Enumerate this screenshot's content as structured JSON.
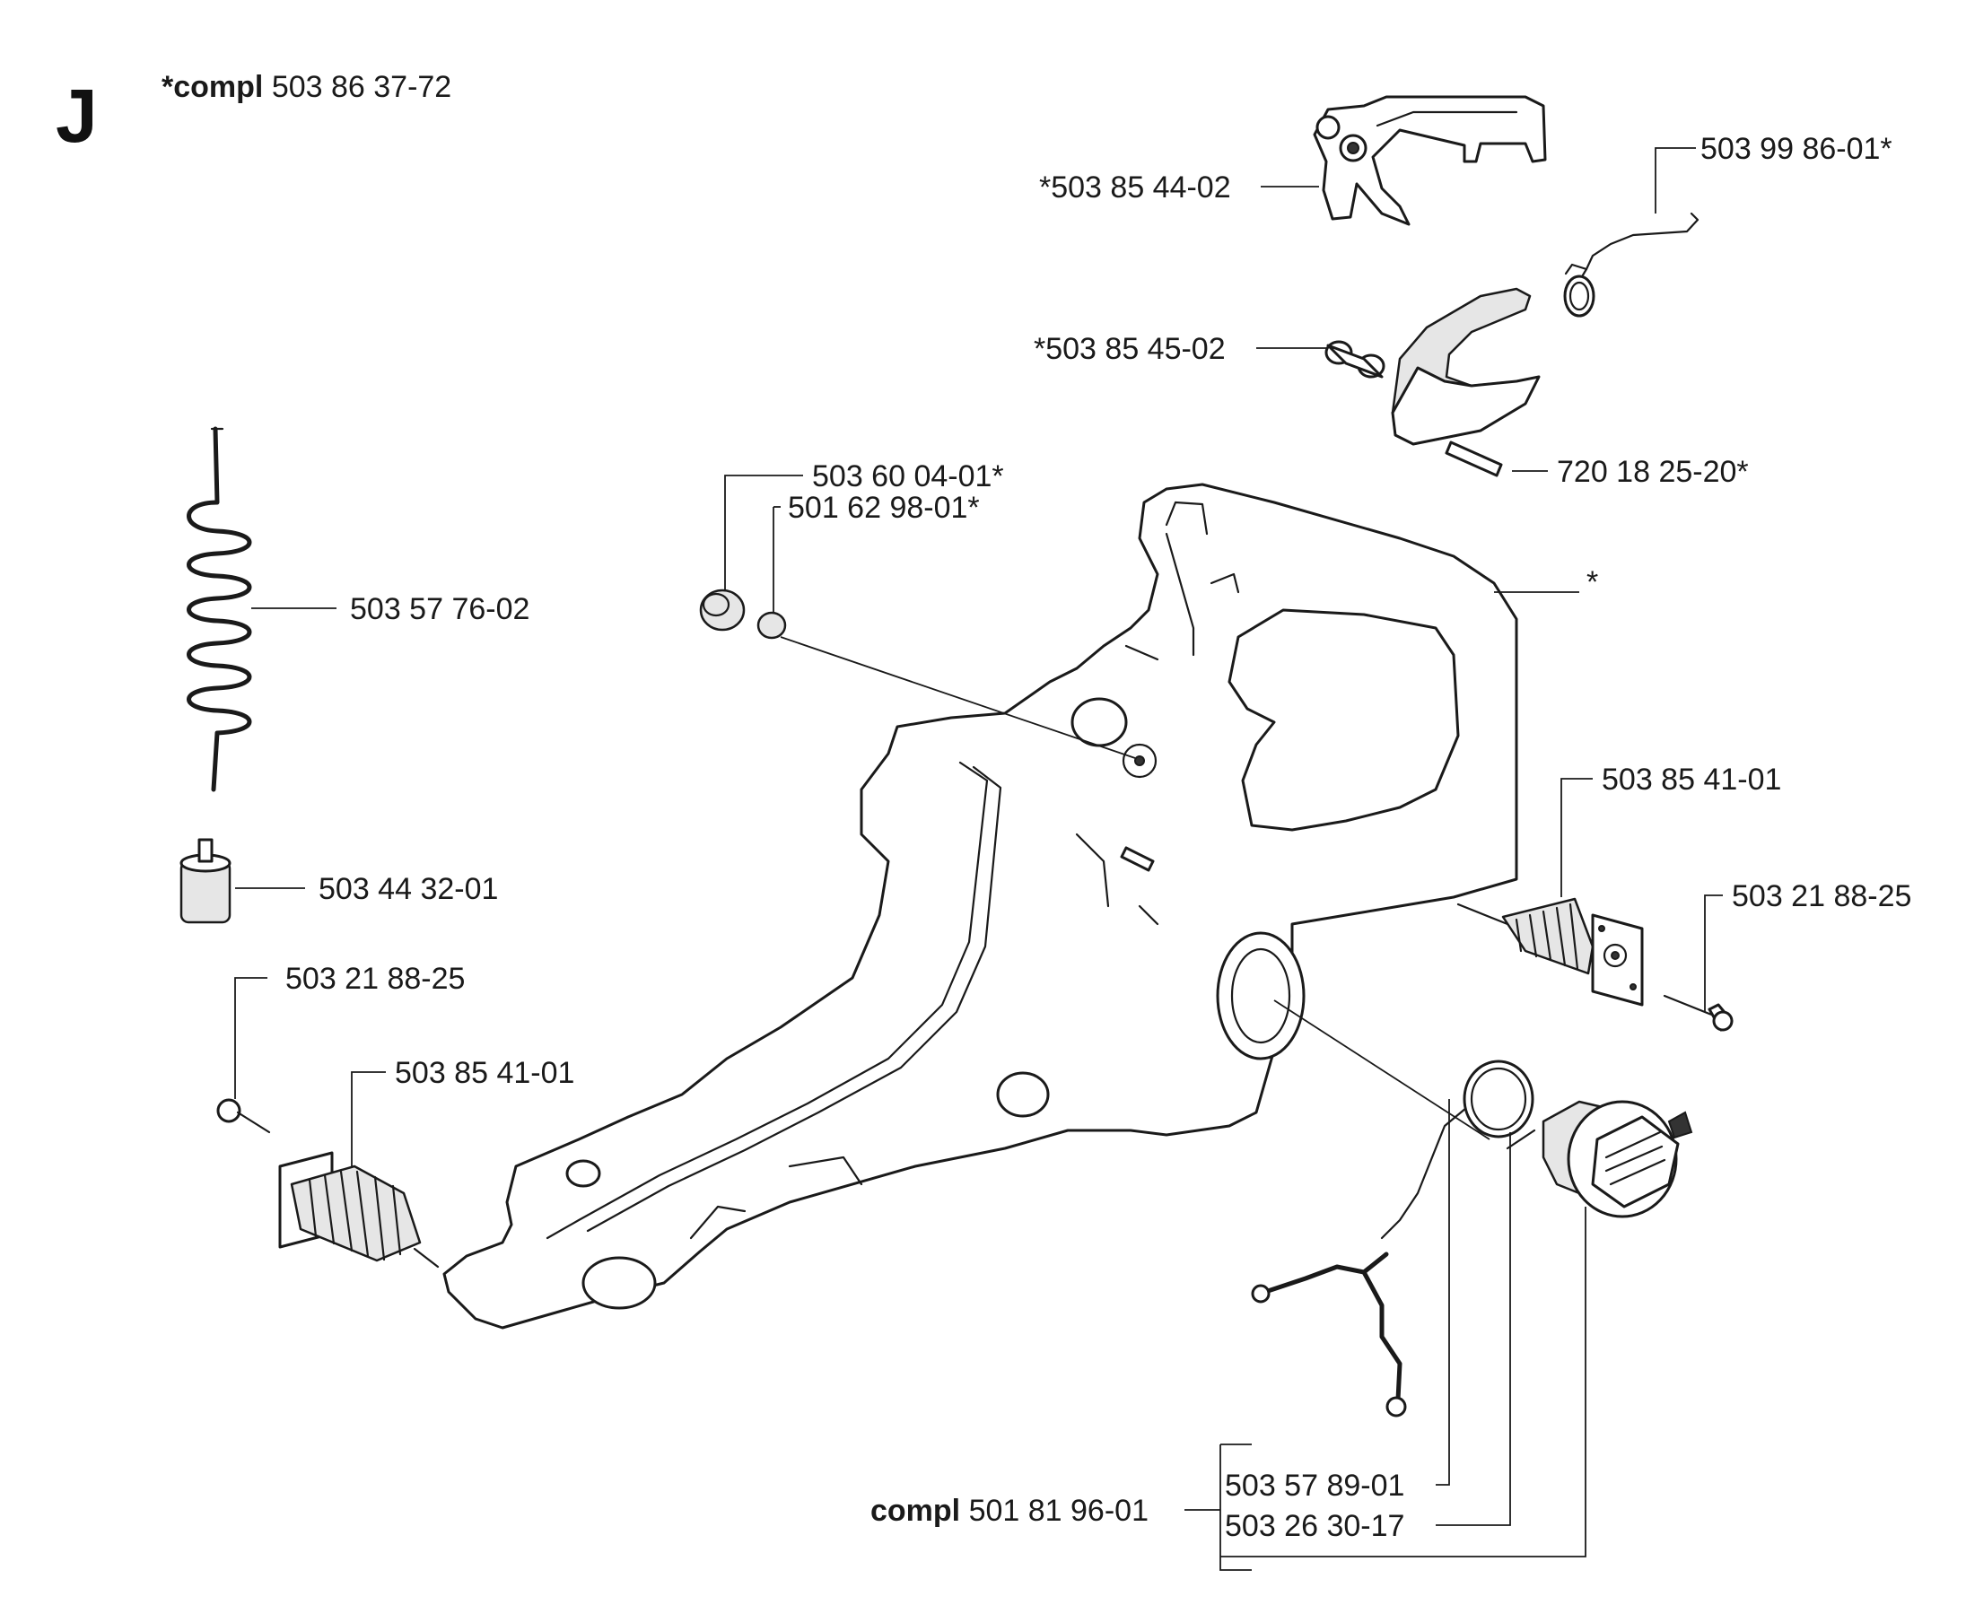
{
  "section_letter": "J",
  "kit": {
    "prefix": "*compl",
    "number": "503 86 37-72"
  },
  "labels": {
    "throttle_trigger": "*503 85 44-02",
    "trigger_spring": "503 99 86-01*",
    "throttle_lockout": "*503 85 45-02",
    "pin": "720 18 25-20*",
    "handle_housing": "*",
    "filter_felt": "503 60 04-01*",
    "filter_screen": "501 62 98-01*",
    "fuel_hose": "503 57 76-02",
    "fuel_filter": "503 44 32-01",
    "av_spring_right": "503 85 41-01",
    "screw_right": "503 21 88-25",
    "screw_left": "503 21 88-25",
    "av_spring_left": "503 85 41-01"
  },
  "fuel_cap": {
    "prefix": "compl",
    "number": "501 81 96-01",
    "items": [
      "503 57 89-01",
      "503 26 30-17"
    ]
  },
  "colors": {
    "ink": "#1a1a1a",
    "background": "#ffffff",
    "part_shade": "#e6e6e6"
  }
}
